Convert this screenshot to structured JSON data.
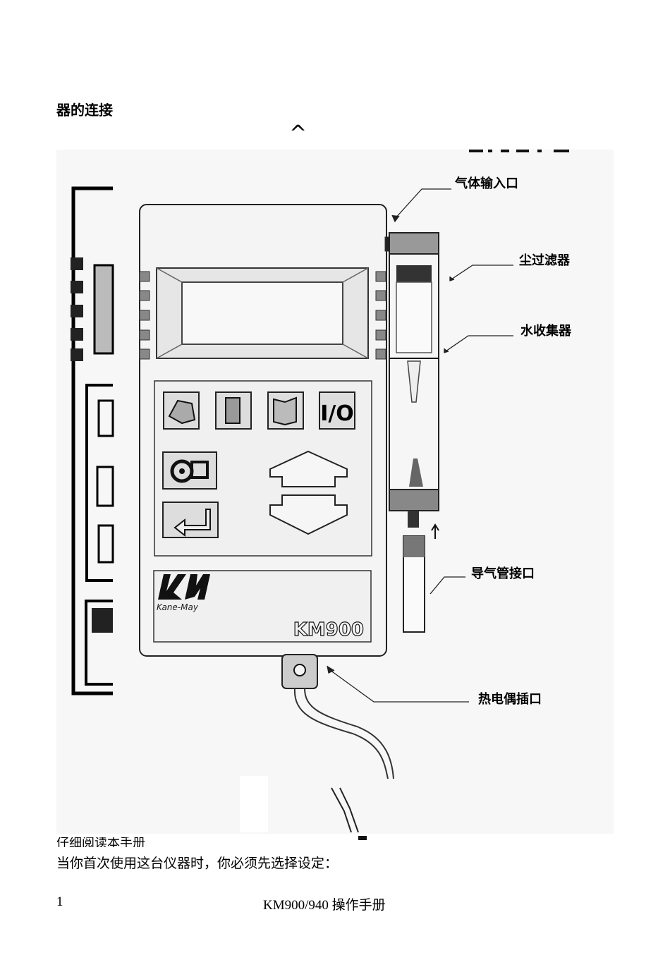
{
  "document": {
    "section_heading": "器的连接",
    "caret_mark": "^",
    "callouts": {
      "gas_inlet": "气体输入口",
      "dust_filter": "尘过滤器",
      "water_trap": "水收集器",
      "hose_connector": "导气管接口",
      "thermocouple_socket": "热电偶插口"
    },
    "device": {
      "brand_name": "Kane-May",
      "model": "KM900",
      "io_key_label": "I/O"
    },
    "clipped_line": "仔细阅读本手册",
    "paragraph": "当你首次使用这台仪器时，你必须先选择设定：",
    "footer": {
      "page_number": "1",
      "title": "KM900/940 操作手册"
    }
  }
}
